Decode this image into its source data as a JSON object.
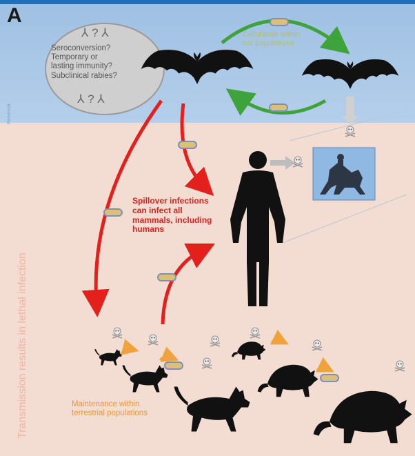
{
  "panel_label": "A",
  "question_box": {
    "lines": [
      "Seroconversion?",
      "Temporary or",
      "lasting immunity?",
      "Subclinical rabies?"
    ],
    "glyph_top": "⅄ ? ⅄",
    "glyph_bottom": "⅄ ? ⅄"
  },
  "virus_label": [
    "Circulation within",
    "bat populations"
  ],
  "spillover_label": [
    "Spillover infections",
    "can infect all",
    "mammals, including",
    "humans"
  ],
  "maintenance_label": [
    "Maintenance within",
    "terrestrial populations"
  ],
  "side_label": "Transmission results in lethal infection",
  "side_small_label": "Reservoir",
  "colors": {
    "sky": "#a9c7e6",
    "ground": "#f3dcd2",
    "spill_arrow": "#e3201b",
    "bat_arrow": "#3fa33b",
    "maintenance_arrow": "#f0a23c",
    "virus": "#d9c17a",
    "silhouette": "#111111"
  },
  "icons": [
    "skull-crossbones-icon",
    "virus-icon",
    "bat-icon",
    "human-icon",
    "dog-icon",
    "raccoon-icon",
    "statue-photo"
  ]
}
